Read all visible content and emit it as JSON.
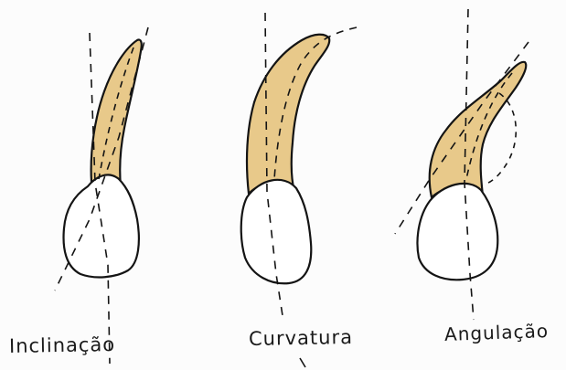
{
  "labels": {
    "inclinacao": "Inclinação",
    "curvatura": "Curvatura",
    "angulacao": "Angulação"
  },
  "colors": {
    "root_fill": "#e8c98a",
    "root_fill_light": "#efd7a4",
    "crown_fill": "#ffffff",
    "ink": "#141414",
    "background": "#fcfcfc"
  }
}
